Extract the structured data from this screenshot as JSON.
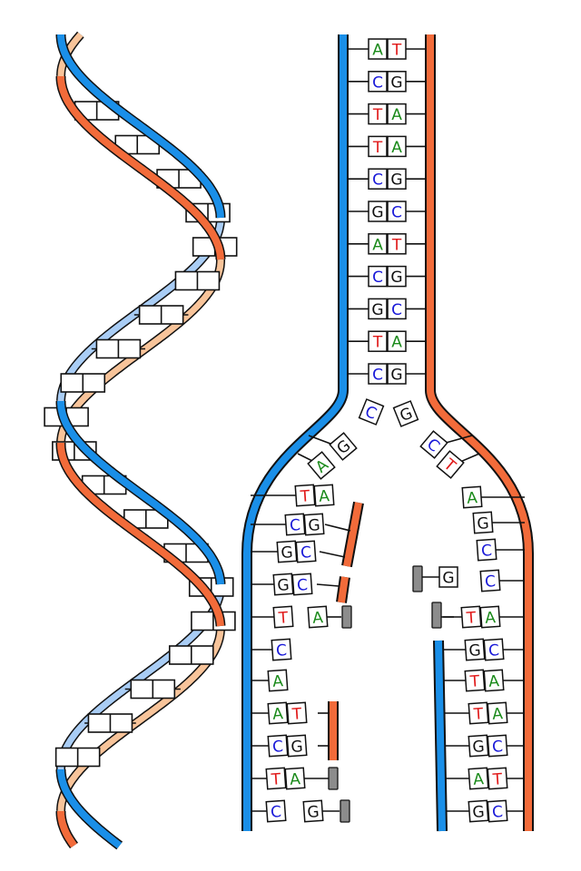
{
  "colors": {
    "blue": "#1a8fe8",
    "orange": "#f26b3a",
    "light_blue": "#a9cdf5",
    "light_orange": "#f8c49a",
    "A": "#1a8a1a",
    "T": "#e01818",
    "C": "#1818d8",
    "G": "#111111",
    "primer": "#8c8c8c",
    "outline": "#111111"
  },
  "icons": {
    "helix": "double-helix-icon",
    "fork": "replication-fork-icon"
  },
  "parent_pairs": [
    [
      "A",
      "T"
    ],
    [
      "C",
      "G"
    ],
    [
      "T",
      "A"
    ],
    [
      "T",
      "A"
    ],
    [
      "C",
      "G"
    ],
    [
      "G",
      "C"
    ],
    [
      "A",
      "T"
    ],
    [
      "C",
      "G"
    ],
    [
      "G",
      "C"
    ],
    [
      "T",
      "A"
    ],
    [
      "C",
      "G"
    ]
  ],
  "fork_bases": [
    "C",
    "G"
  ],
  "left_diag": [
    "A",
    "G"
  ],
  "right_diag": [
    "C",
    "T"
  ],
  "left_arm": {
    "template": [
      "T",
      "C",
      "G",
      "G",
      "T",
      "C",
      "A",
      "A",
      "C",
      "T",
      "C"
    ],
    "new": [
      "A",
      "G",
      "C",
      "C",
      "A",
      "",
      "",
      "T",
      "G",
      "A",
      "G"
    ]
  },
  "right_arm": {
    "template": [
      "A",
      "G",
      "C",
      "C",
      "A",
      "C",
      "A",
      "A",
      "C",
      "T",
      "C"
    ],
    "new": [
      "",
      "",
      "",
      "",
      "T",
      "G",
      "T",
      "T",
      "G",
      "A",
      "G"
    ],
    "free_base": "G"
  }
}
